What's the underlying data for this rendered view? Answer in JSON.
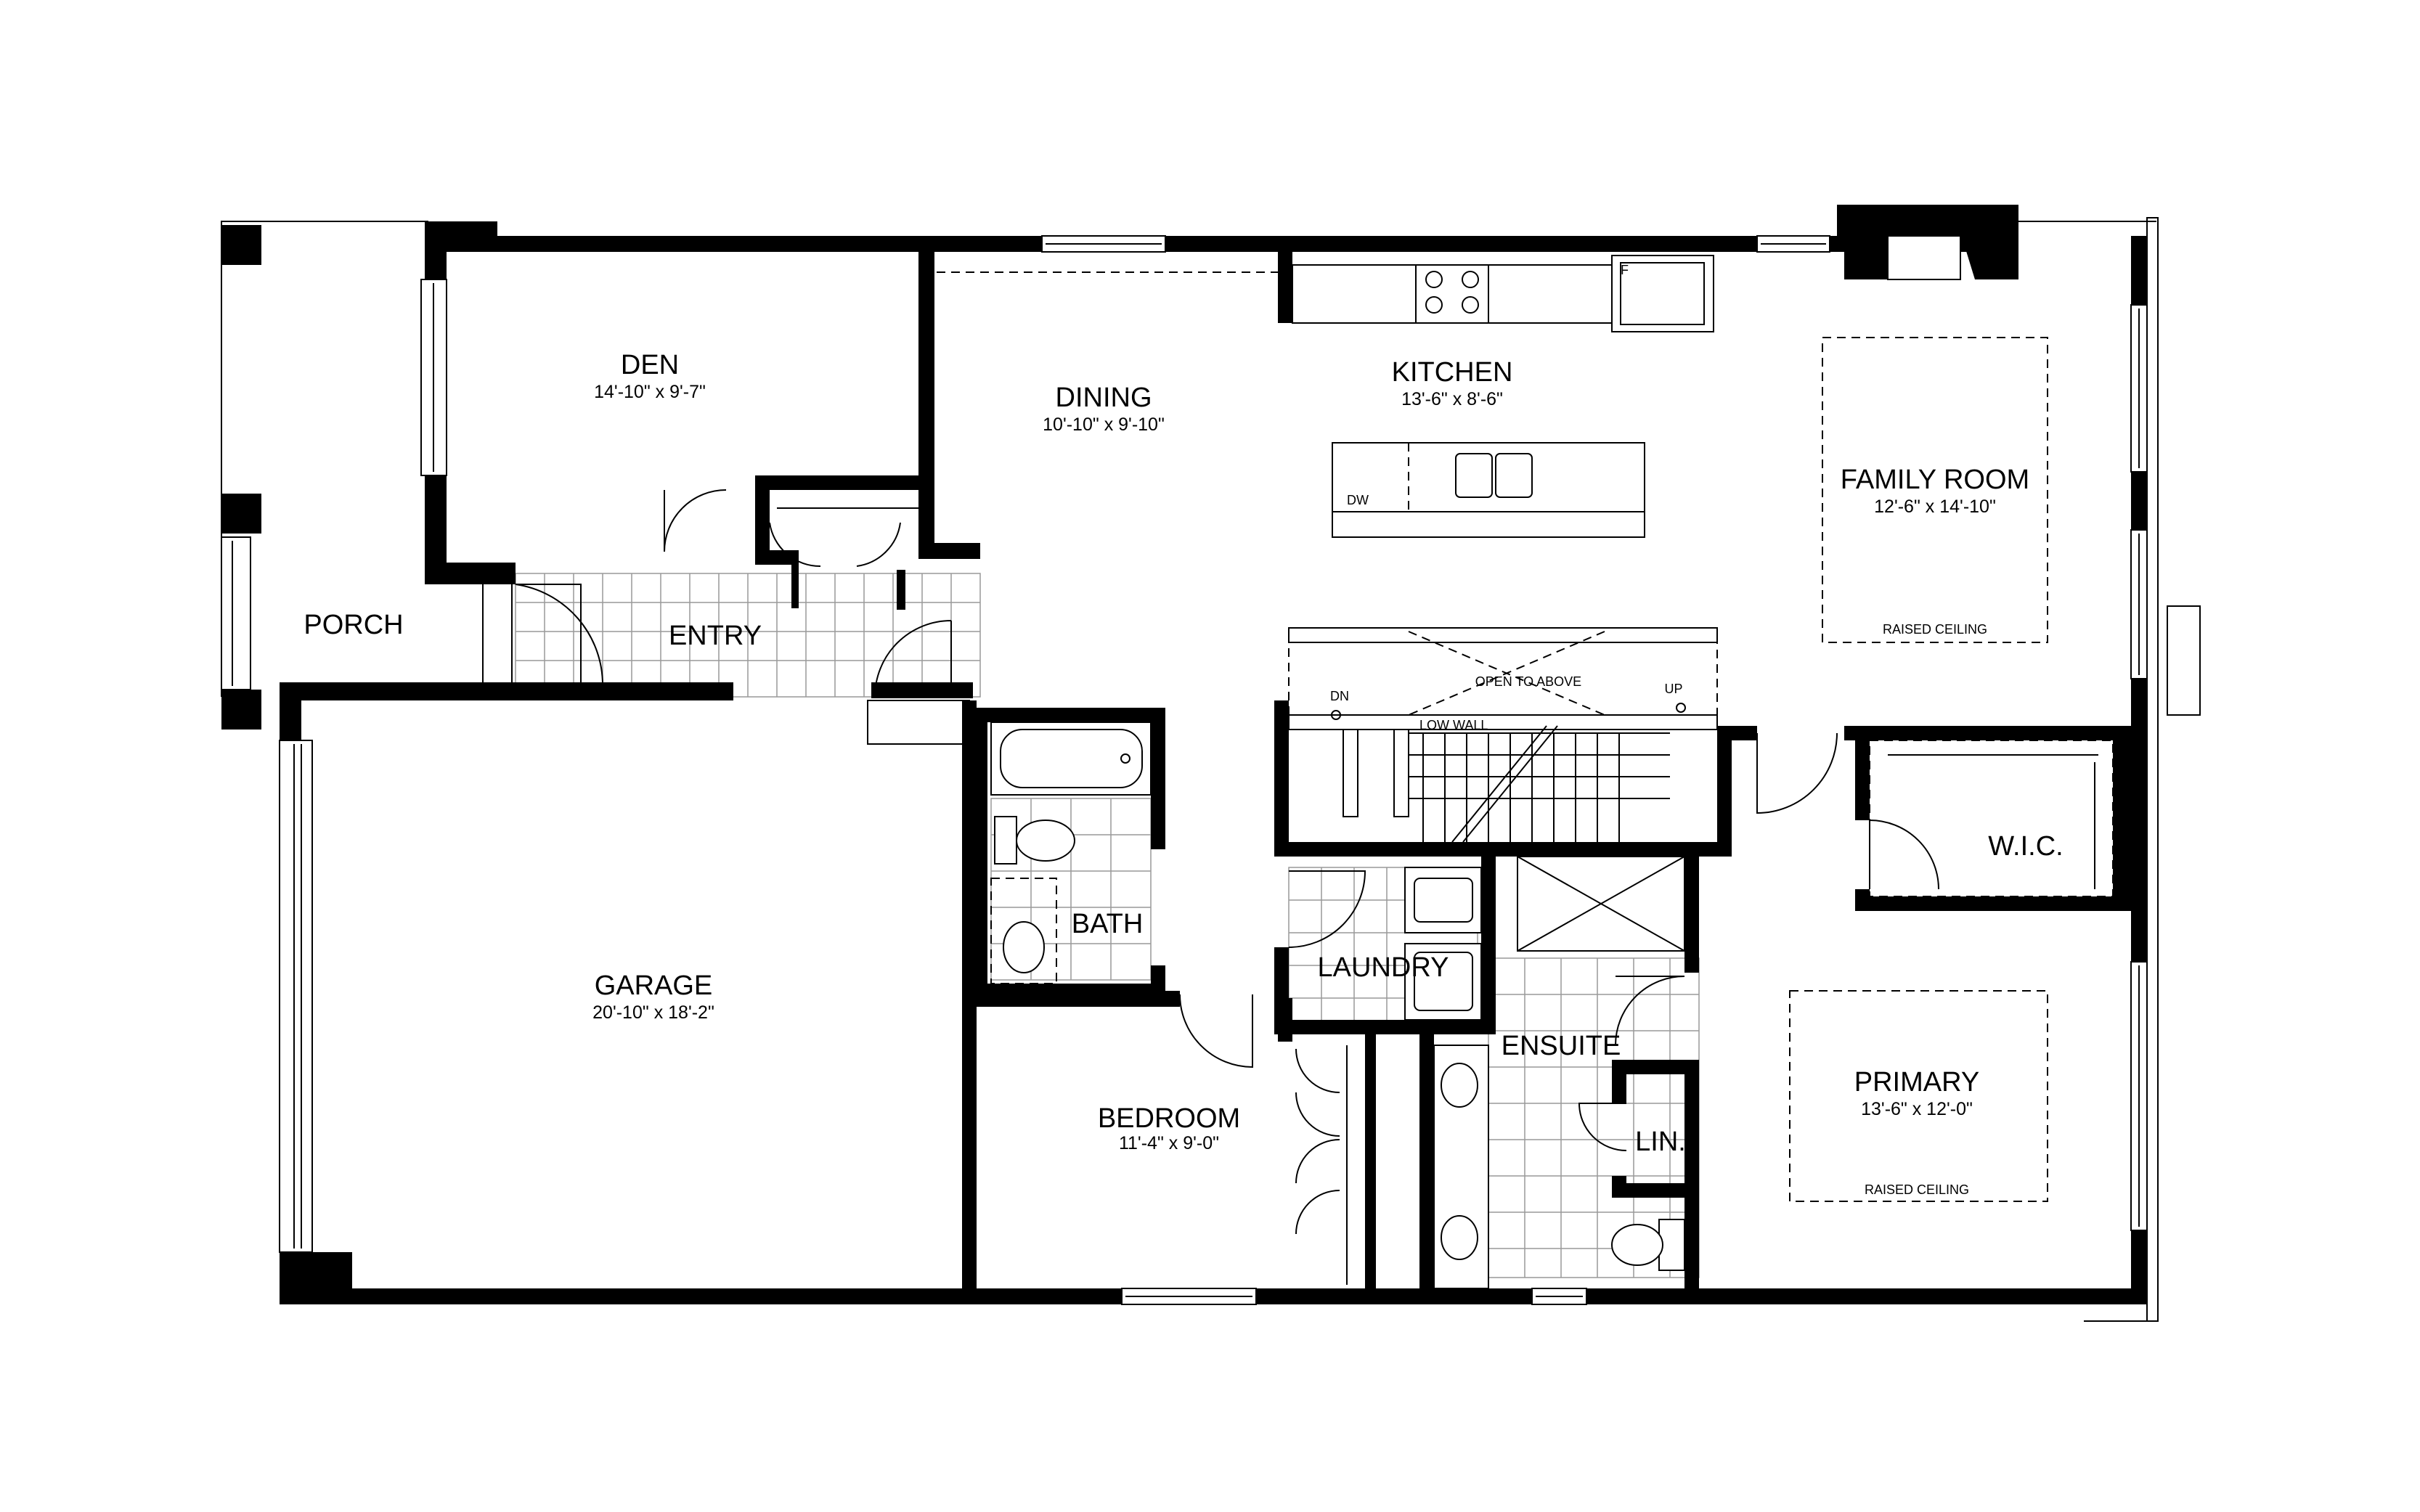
{
  "rooms": {
    "den": {
      "name": "DEN",
      "dims": "14'-10\" x 9'-7\""
    },
    "dining": {
      "name": "DINING",
      "dims": "10'-10\" x 9'-10\""
    },
    "kitchen": {
      "name": "KITCHEN",
      "dims": "13'-6\" x 8'-6\""
    },
    "family": {
      "name": "FAMILY ROOM",
      "dims": "12'-6\" x 14'-10\""
    },
    "porch": {
      "name": "PORCH"
    },
    "entry": {
      "name": "ENTRY"
    },
    "garage": {
      "name": "GARAGE",
      "dims": "20'-10\" x 18'-2\""
    },
    "bath": {
      "name": "BATH"
    },
    "laundry": {
      "name": "LAUNDRY"
    },
    "ensuite": {
      "name": "ENSUITE"
    },
    "wic": {
      "name": "W.I.C."
    },
    "lin": {
      "name": "LIN."
    },
    "bedroom": {
      "name": "BEDROOM",
      "dims": "11'-4\" x 9'-0\""
    },
    "primary": {
      "name": "PRIMARY",
      "dims": "13'-6\" x 12'-0\""
    }
  },
  "notes": {
    "raised_ceiling_family": "RAISED CEILING",
    "raised_ceiling_primary": "RAISED CEILING",
    "open_to_above": "OPEN TO ABOVE",
    "low_wall": "LOW WALL",
    "stair_dn": "DN",
    "stair_up": "UP",
    "dishwasher": "DW",
    "fridge": "F"
  }
}
